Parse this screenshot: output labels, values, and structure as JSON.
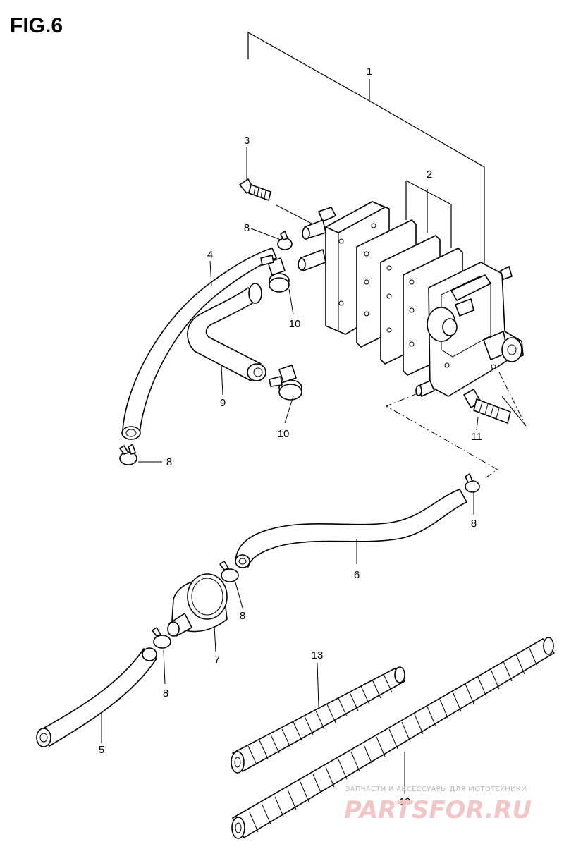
{
  "figure": {
    "title": "FIG.6"
  },
  "callouts": [
    {
      "id": "1",
      "text": "1"
    },
    {
      "id": "2",
      "text": "2"
    },
    {
      "id": "3",
      "text": "3"
    },
    {
      "id": "4",
      "text": "4"
    },
    {
      "id": "5",
      "text": "5"
    },
    {
      "id": "6",
      "text": "6"
    },
    {
      "id": "7",
      "text": "7"
    },
    {
      "id": "8a",
      "text": "8"
    },
    {
      "id": "8b",
      "text": "8"
    },
    {
      "id": "8c",
      "text": "8"
    },
    {
      "id": "8d",
      "text": "8"
    },
    {
      "id": "8e",
      "text": "8"
    },
    {
      "id": "9",
      "text": "9"
    },
    {
      "id": "10a",
      "text": "10"
    },
    {
      "id": "10b",
      "text": "10"
    },
    {
      "id": "11",
      "text": "11"
    },
    {
      "id": "12",
      "text": "12"
    },
    {
      "id": "13",
      "text": "13"
    }
  ],
  "watermark": {
    "tagline": "ЗАПЧАСТИ И АКСЕССУАРЫ ДЛЯ МОТОТЕХНИКИ",
    "brand": "PARTSFOR.RU",
    "color": "#e06060"
  }
}
